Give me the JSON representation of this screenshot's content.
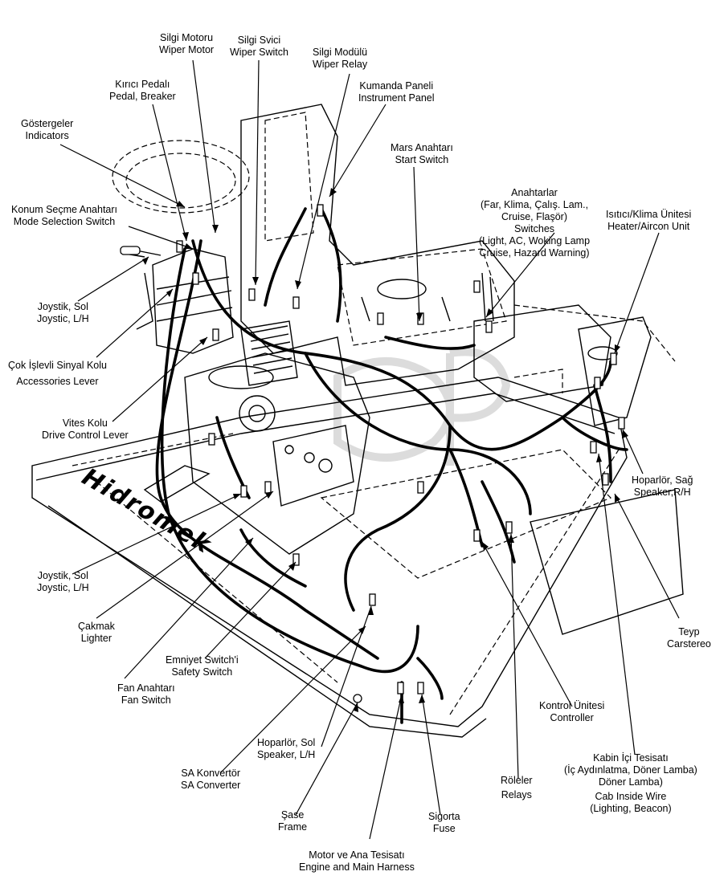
{
  "labels": {
    "wiper_motor": [
      "Silgi Motoru",
      "Wiper Motor"
    ],
    "wiper_switch": [
      "Silgi Svici",
      "Wiper Switch"
    ],
    "wiper_relay": [
      "Silgi Modülü",
      "Wiper Relay"
    ],
    "pedal_breaker": [
      "Kırıcı Pedalı",
      "Pedal, Breaker"
    ],
    "instrument_panel": [
      "Kumanda Paneli",
      "Instrument Panel"
    ],
    "indicators": [
      "Göstergeler",
      "Indicators"
    ],
    "start_switch": [
      "Mars Anahtarı",
      "Start Switch"
    ],
    "switches": [
      "Anahtarlar",
      "(Far, Klima, Çalış. Lam.,",
      "Cruise, Flaşör)",
      "Switches",
      "(Light, AC, Woking Lamp",
      "Cruise, Hazard Warning)"
    ],
    "heater": [
      "Isıtıcı/Klima  Ünitesi",
      "Heater/Aircon Unit"
    ],
    "mode_selection": [
      "Konum Seçme Anahtarı",
      "Mode Selection Switch"
    ],
    "joystick_l_top": [
      "Joystik, Sol",
      "Joystic, L/H"
    ],
    "accessories_lever": [
      "Çok İşlevli Sinyal Kolu",
      "Accessories Lever"
    ],
    "drive_lever": [
      "Vites Kolu",
      "Drive Control Lever"
    ],
    "speaker_r": [
      "Hoparlör, Sağ",
      "Speaker,R/H"
    ],
    "joystick_l_bottom": [
      "Joystik, Sol",
      "Joystic, L/H"
    ],
    "lighter": [
      "Çakmak",
      "Lighter"
    ],
    "safety_switch": [
      "Emniyet Switch'i",
      "Safety Switch"
    ],
    "carstereo": [
      "Teyp",
      "Carstereo"
    ],
    "fan_switch": [
      "Fan Anahtarı",
      "Fan Switch"
    ],
    "controller": [
      "Kontrol Ünitesi",
      "Controller"
    ],
    "speaker_l": [
      "Hoparlör, Sol",
      "Speaker, L/H"
    ],
    "cab_inside": [
      "Kabin İçi Tesisatı",
      "(İç Aydınlatma, Döner Lamba)",
      "Döner Lamba)",
      "Cab Inside Wire",
      "(Lighting, Beacon)"
    ],
    "sa_converter": [
      "SA Konvertör",
      "SA Converter"
    ],
    "relays": [
      "Röleler",
      "Relays"
    ],
    "frame": [
      "Şase",
      "Frame"
    ],
    "fuse": [
      "Sigorta",
      "Fuse"
    ],
    "engine_harness": [
      "Motor ve Ana Tesisatı",
      "Engine and Main Harness"
    ]
  },
  "brand": "Hidromek"
}
